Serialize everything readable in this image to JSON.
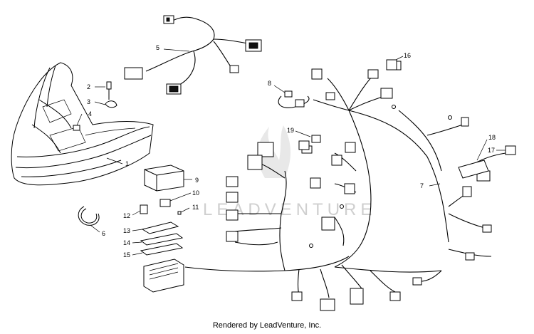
{
  "diagram": {
    "callouts": [
      "1",
      "2",
      "3",
      "4",
      "5",
      "6",
      "7",
      "8",
      "9",
      "10",
      "11",
      "12",
      "13",
      "14",
      "15",
      "16",
      "17",
      "18",
      "19"
    ],
    "watermark": "LEADVENTURE",
    "footer": "Rendered by LeadVenture, Inc."
  }
}
